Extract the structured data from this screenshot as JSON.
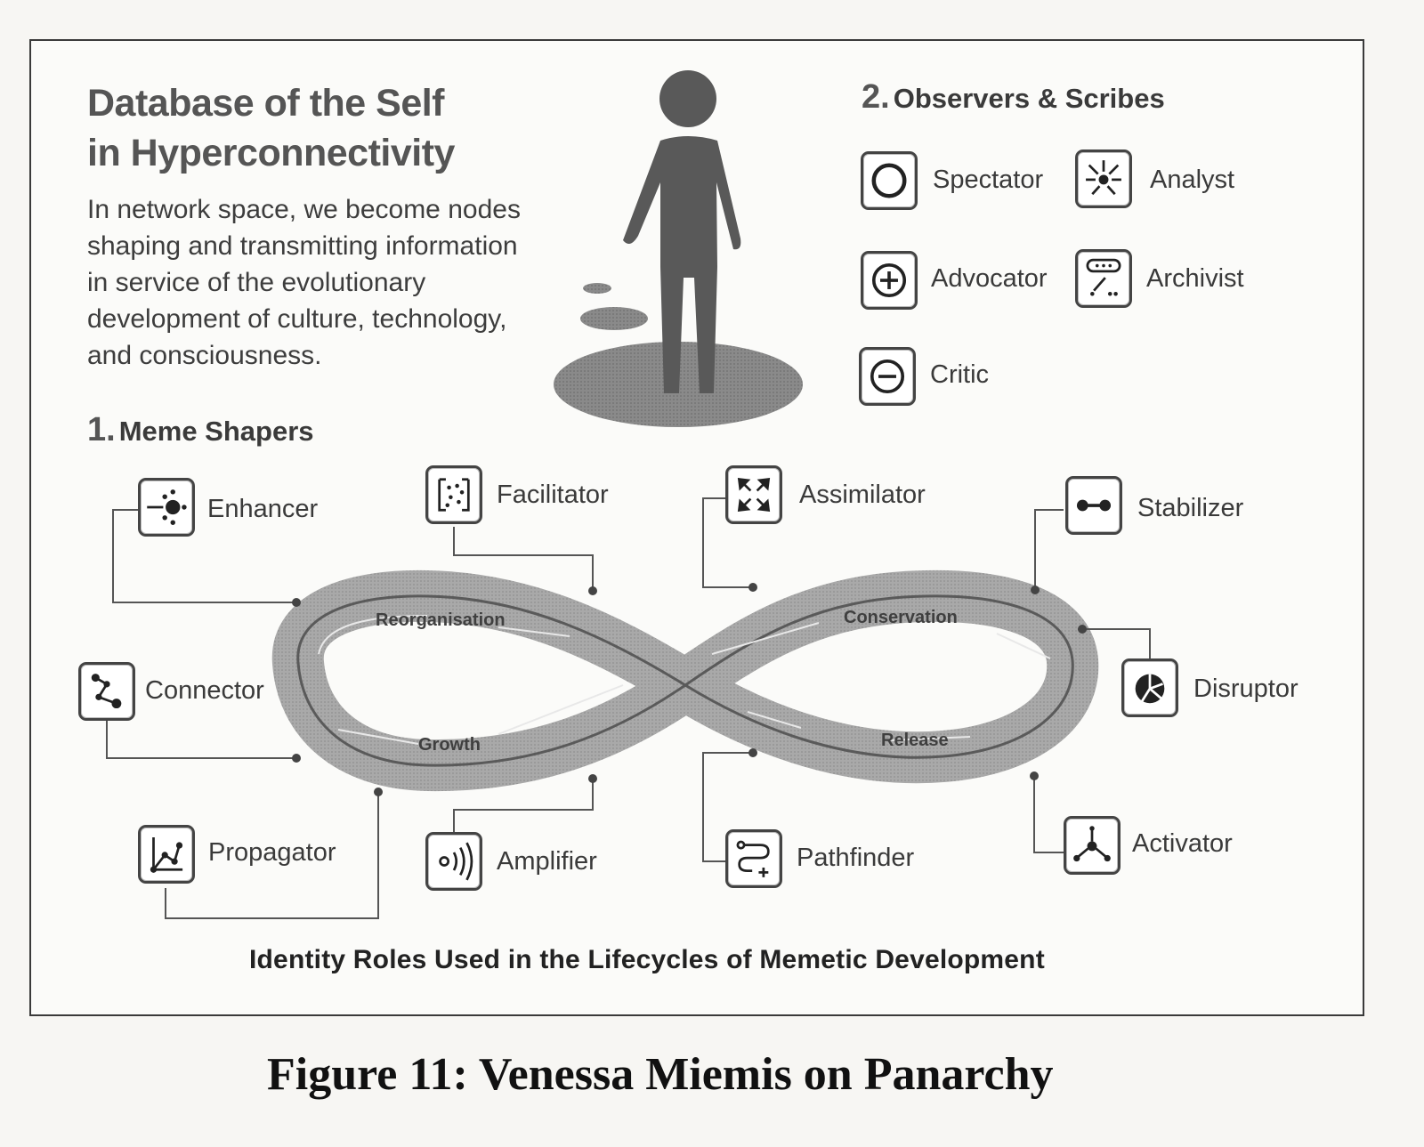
{
  "title_lines": [
    "Database of the Self",
    "in Hyperconnectivity"
  ],
  "intro_lines": [
    "In network space, we become nodes",
    "shaping and transmitting information",
    "in service of the evolutionary",
    "development of culture, technology,",
    "and consciousness."
  ],
  "section1": {
    "number": "1.",
    "title": "Meme Shapers"
  },
  "section2": {
    "number": "2.",
    "title": "Observers & Scribes"
  },
  "observers": [
    {
      "label": "Spectator",
      "icon": "circle-icon"
    },
    {
      "label": "Analyst",
      "icon": "converging-arrows-icon"
    },
    {
      "label": "Advocator",
      "icon": "plus-circle-icon"
    },
    {
      "label": "Archivist",
      "icon": "archive-icon"
    },
    {
      "label": "Critic",
      "icon": "minus-circle-icon"
    }
  ],
  "shapers": [
    {
      "label": "Enhancer",
      "icon": "enhancer-icon"
    },
    {
      "label": "Facilitator",
      "icon": "facilitator-icon"
    },
    {
      "label": "Assimilator",
      "icon": "assimilator-icon"
    },
    {
      "label": "Stabilizer",
      "icon": "stabilizer-icon"
    },
    {
      "label": "Connector",
      "icon": "connector-icon"
    },
    {
      "label": "Disruptor",
      "icon": "disruptor-icon"
    },
    {
      "label": "Propagator",
      "icon": "propagator-icon"
    },
    {
      "label": "Amplifier",
      "icon": "amplifier-icon"
    },
    {
      "label": "Pathfinder",
      "icon": "pathfinder-icon"
    },
    {
      "label": "Activator",
      "icon": "activator-icon"
    }
  ],
  "phases": [
    "Reorganisation",
    "Conservation",
    "Growth",
    "Release"
  ],
  "caption": "Identity Roles Used in the Lifecycles of Memetic Development",
  "figure_caption": "Figure 11: Venessa Miemis on Panarchy"
}
